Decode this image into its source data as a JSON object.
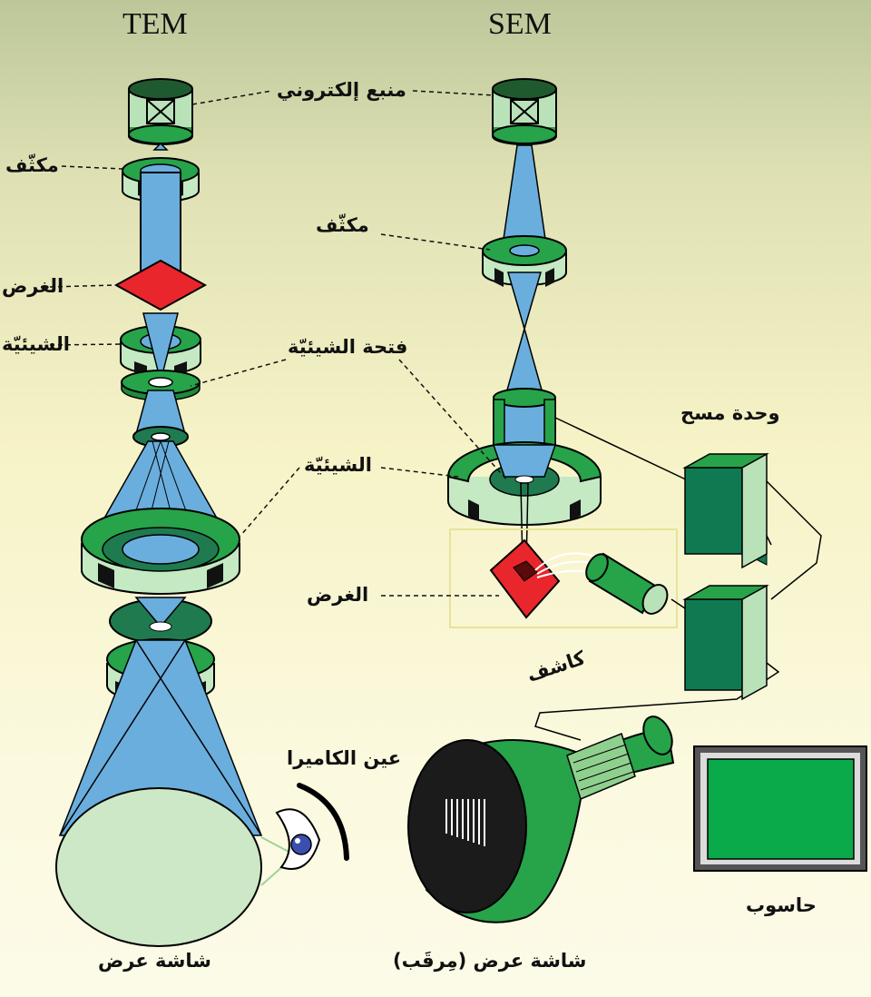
{
  "headers": {
    "tem": "TEM",
    "sem": "SEM"
  },
  "labels": {
    "electron_source": "منبع إلكتروني",
    "condenser_tem": "مكثّف",
    "condenser_sem": "مكثّف",
    "specimen_tem": "الغرض",
    "objective_tem": "الشيئيّة",
    "objective_aperture": "فتحة الشيئيّة",
    "objective_shared": "الشيئيّة",
    "specimen_sem": "الغرض",
    "scan_unit": "وحدة مسح",
    "detector": "كاشف",
    "camera_eye": "عين الكاميرا",
    "computer": "حاسوب",
    "tem_screen": "شاشة عرض",
    "sem_screen": "شاشة عرض (مِرقَب)"
  },
  "colors": {
    "lens_green": "#27a34a",
    "beam_blue": "#6aaede",
    "specimen_red": "#e8262c",
    "display_green": "#0aaa4a"
  }
}
